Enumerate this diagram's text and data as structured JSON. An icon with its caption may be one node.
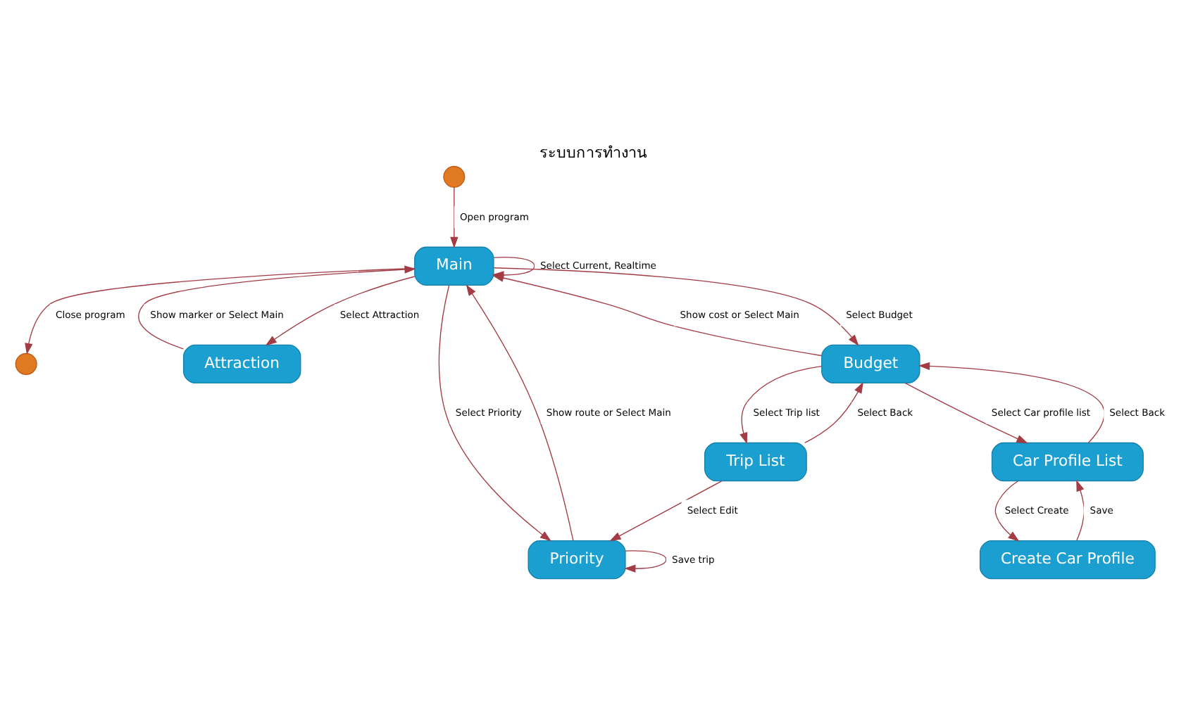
{
  "diagram": {
    "title": "ระบบการทำงาน",
    "nodes": [
      {
        "text": [],
        "shape": "circle"
      },
      {
        "text": [],
        "shape": "circle"
      },
      {
        "text": [
          "Main"
        ]
      },
      {
        "text": [
          "Attraction"
        ]
      },
      {
        "text": [
          "Priority"
        ]
      },
      {
        "text": [
          "Budget"
        ]
      },
      {
        "text": [
          "Car Profile List"
        ]
      },
      {
        "text": [
          "Trip List"
        ]
      },
      {
        "text": [
          "Create Car Profile"
        ]
      }
    ],
    "edges": [
      {
        "from": 0,
        "to": 2,
        "arrow": "to",
        "label": "Open program"
      },
      {
        "from": 2,
        "to": 1,
        "arrow": "to",
        "label": "Close program"
      },
      {
        "from": 2,
        "to": 2,
        "arrow": "to",
        "label": "Select Current, Realtime"
      },
      {
        "from": 2,
        "to": 3,
        "arrow": "to",
        "label": "Select Attraction"
      },
      {
        "from": 3,
        "to": 2,
        "arrow": "to",
        "label": "Show marker or Select Main"
      },
      {
        "from": 2,
        "to": 5,
        "arrow": "to",
        "label": "Select Budget"
      },
      {
        "from": 5,
        "to": 2,
        "arrow": "to",
        "label": "Show cost or Select Main"
      },
      {
        "from": 2,
        "to": 4,
        "arrow": "to",
        "label": "Select Priority"
      },
      {
        "from": 4,
        "to": 2,
        "arrow": "to",
        "label": "Show route or Select Main"
      },
      {
        "from": 4,
        "to": 4,
        "arrow": "to",
        "label": "Save trip"
      },
      {
        "from": 5,
        "to": 6,
        "arrow": "to",
        "label": "Select Car profile list"
      },
      {
        "from": 6,
        "to": 5,
        "arrow": "to",
        "label": "Select Back"
      },
      {
        "from": 7,
        "to": 5,
        "arrow": "to",
        "label": "Select Back"
      },
      {
        "from": 5,
        "to": 7,
        "arrow": "to",
        "label": "Select Trip list"
      },
      {
        "from": 7,
        "to": 4,
        "arrow": "to",
        "label": "Select Edit"
      },
      {
        "from": 8,
        "to": 6,
        "arrow": "to",
        "label": "Save"
      },
      {
        "from": 6,
        "to": 8,
        "arrow": "to",
        "label": "Select Create"
      }
    ]
  }
}
